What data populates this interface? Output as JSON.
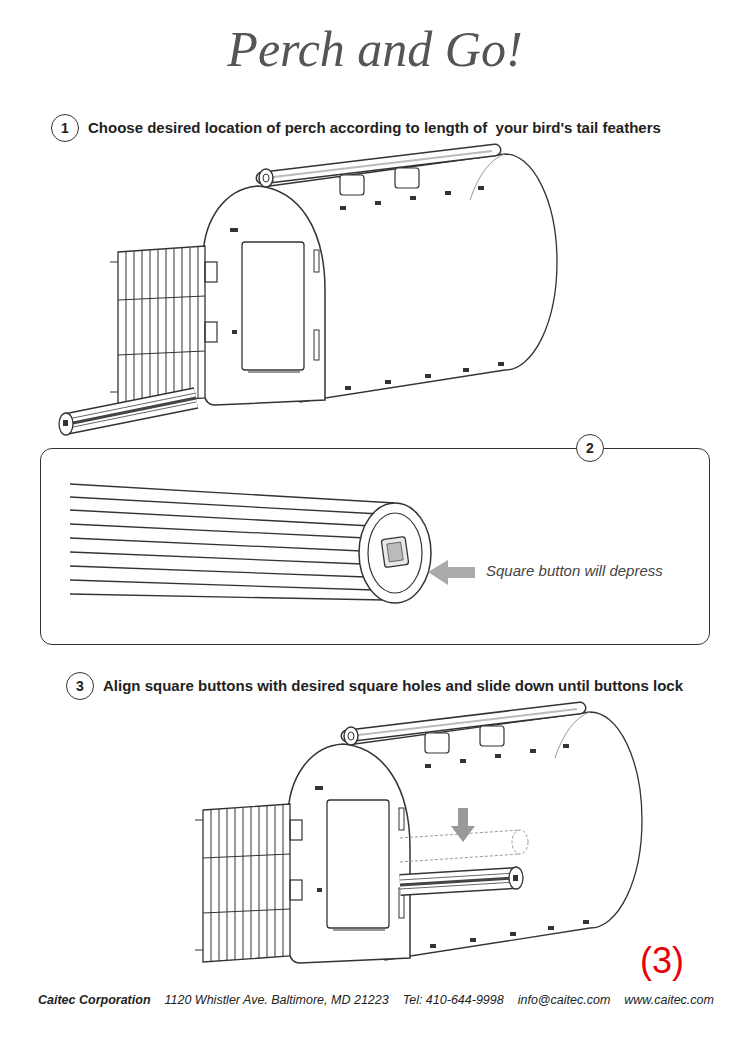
{
  "diagram": {
    "title": "Perch and Go!",
    "nodes": [
      {
        "text": [
          "1"
        ]
      },
      {
        "text": [
          "Square button will depress"
        ]
      },
      {
        "text": [
          "2"
        ],
        "in": 1
      },
      {
        "text": [
          "3"
        ]
      }
    ],
    "edges": [],
    "labels": [
      "Choose desired location of perch according to length of  your bird's tail feathers",
      "Align square buttons with desired square holes and slide down until buttons lock",
      "(3)",
      "Caitec Corporation",
      "1120 Whistler Ave. Baltimore, MD 21223",
      "Tel: 410-644-9998",
      "info@caitec.com",
      "www.caitec.com"
    ]
  }
}
